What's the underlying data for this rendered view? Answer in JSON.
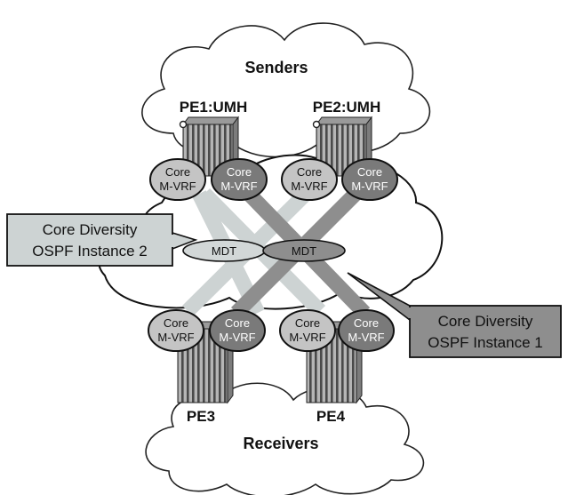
{
  "clouds": {
    "senders": "Senders",
    "receivers": "Receivers"
  },
  "routers": {
    "pe1": "PE1:UMH",
    "pe2": "PE2:UMH",
    "pe3": "PE3",
    "pe4": "PE4"
  },
  "mvrf": {
    "line1": "Core",
    "line2": "M-VRF"
  },
  "mdt": {
    "instance2": "MDT",
    "instance1": "MDT"
  },
  "callouts": {
    "instance2": {
      "line1": "Core Diversity",
      "line2": "OSPF Instance 2"
    },
    "instance1": {
      "line1": "Core Diversity",
      "line2": "OSPF Instance 1"
    }
  },
  "colors": {
    "instance2_light": "#cdd3d3",
    "instance1_dark": "#8e8e8e",
    "mvrf_light": "#c4c4c4",
    "mvrf_dark": "#7a7a7a"
  }
}
